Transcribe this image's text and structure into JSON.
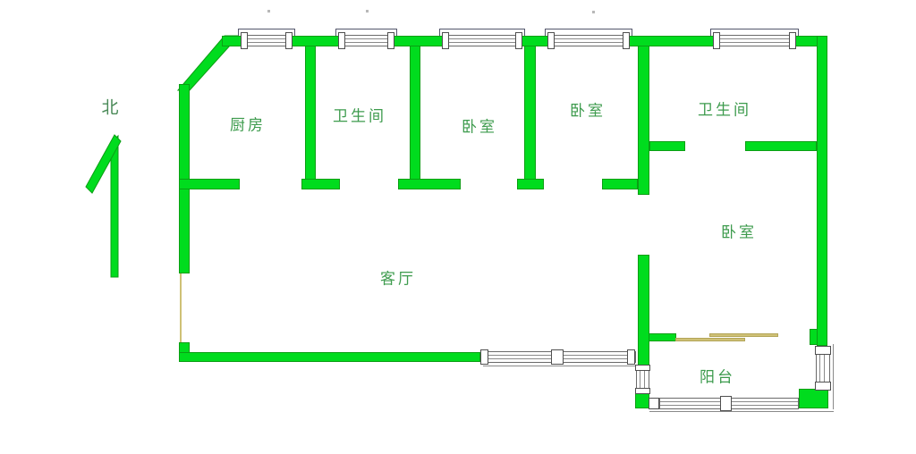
{
  "title": "apartment-floor-plan",
  "compass": {
    "label": "北"
  },
  "rooms": [
    {
      "id": "kitchen",
      "label": "厨房"
    },
    {
      "id": "bath-left",
      "label": "卫生间"
    },
    {
      "id": "bedroom-a",
      "label": "卧室"
    },
    {
      "id": "bedroom-b",
      "label": "卧室"
    },
    {
      "id": "bath-right",
      "label": "卫生间"
    },
    {
      "id": "bedroom-right",
      "label": "卧室"
    },
    {
      "id": "living-room",
      "label": "客厅"
    },
    {
      "id": "balcony",
      "label": "阳台"
    }
  ],
  "colors": {
    "wall": "#00dc1e",
    "wall_edge": "#0b9e14",
    "label_text": "#3d9b4d",
    "door_panel": "#cfc176",
    "window_frame": "#6a6a6a",
    "background": "#ffffff"
  }
}
